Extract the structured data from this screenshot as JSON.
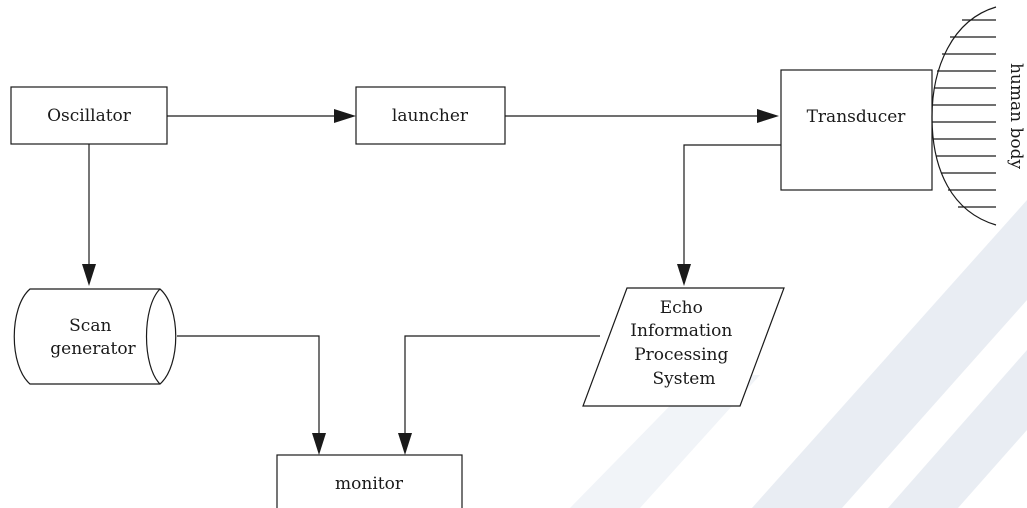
{
  "nodes": {
    "oscillator": "Oscillator",
    "launcher": "launcher",
    "transducer": "Transducer",
    "human_body": "human body",
    "scan_generator": [
      "Scan",
      "generator"
    ],
    "echo_system": [
      "Echo",
      "Information",
      "Processing",
      "System"
    ],
    "monitor": "monitor"
  },
  "colors": {
    "stroke": "#1a1a1a",
    "watermark": "#e7ebf2"
  }
}
